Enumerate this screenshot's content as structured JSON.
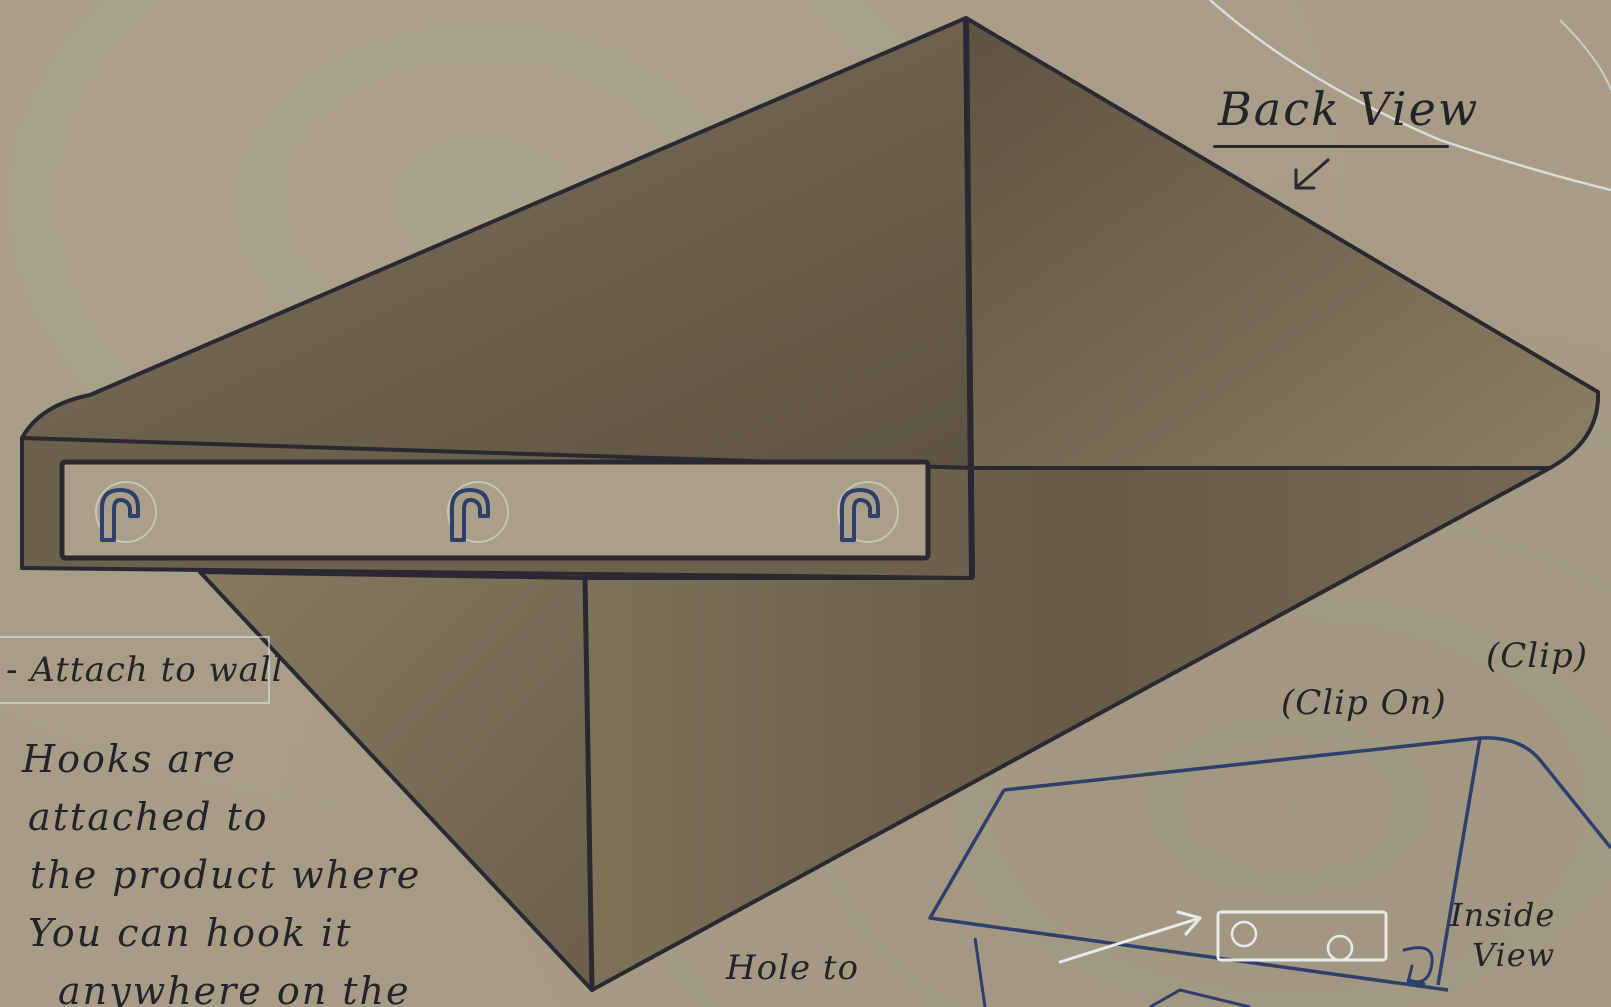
{
  "sketch": {
    "title": "Back View",
    "attach_label": "- Attach to wall",
    "note_lines": [
      "Hooks are",
      "attached to",
      "the product where",
      "You can hook it",
      "anywhere on the"
    ],
    "clip_label": "(Clip)",
    "clip_on_label": "(Clip On)",
    "hole_label": "Hole to",
    "inside_view_lines": [
      "Inside",
      "View"
    ],
    "hook_count": 3,
    "icons": [
      "hook-icon",
      "arrow-pointer-icon",
      "curved-arrow-icon"
    ],
    "colors": {
      "paper": "#a79d86",
      "shelf_shading": "#6f6450",
      "outline": "#2a2830",
      "hook_ink": "#2d3f6a",
      "white_pencil": "#e8eaee"
    }
  }
}
